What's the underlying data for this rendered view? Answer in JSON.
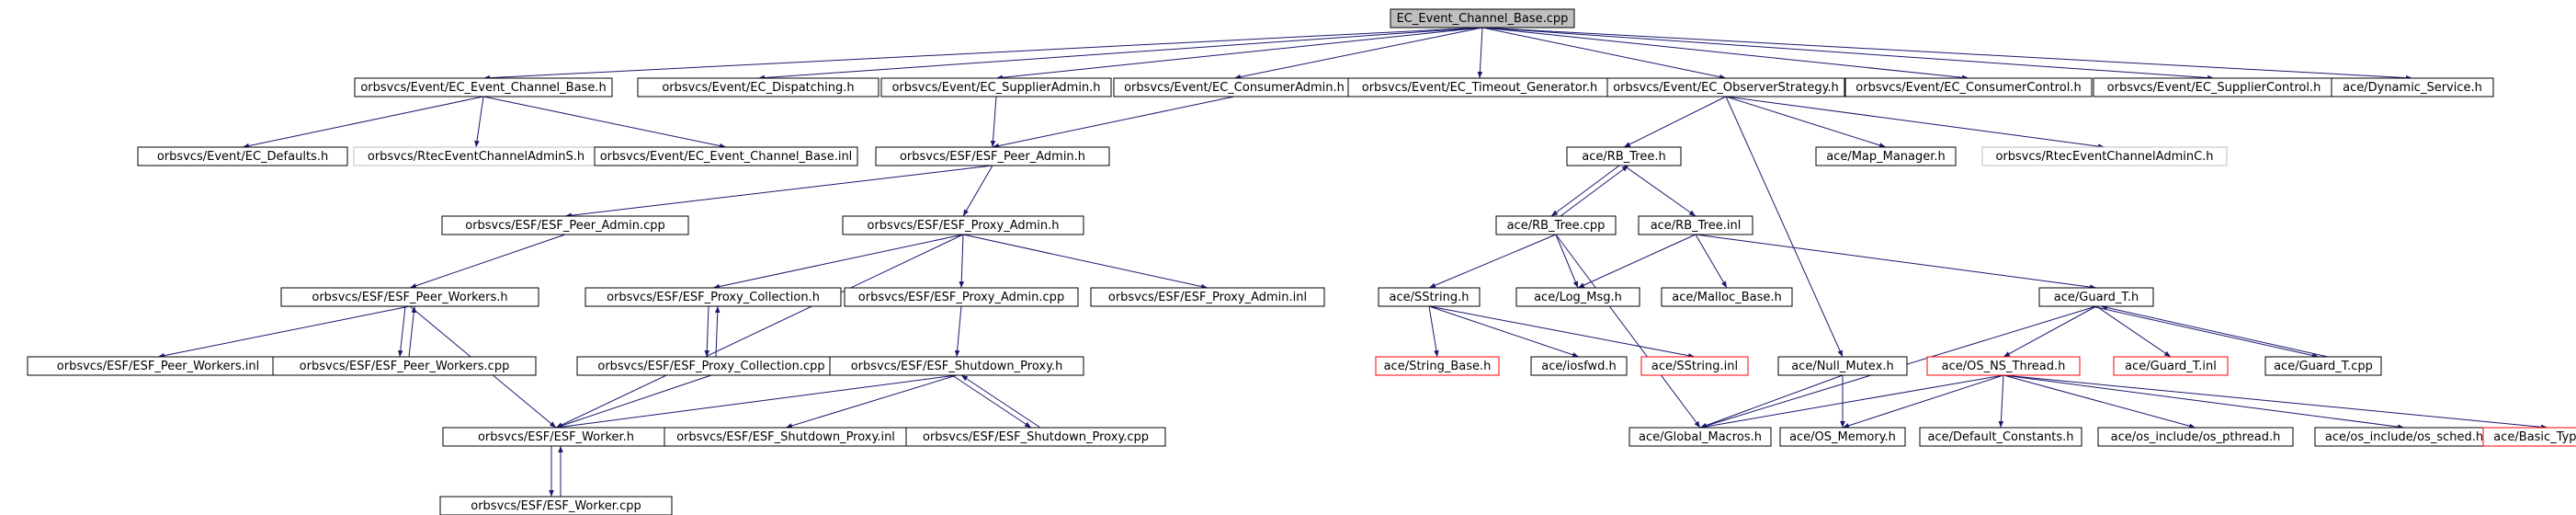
{
  "colors": {
    "edge": "#191970",
    "box_border": "#000000",
    "root_fill": "#bfbfbf",
    "missing_border": "#ff0000",
    "external_border": "#bfbfbf"
  },
  "nodes": {
    "root": "EC_Event_Channel_Base.cpp",
    "ec_base_h": "orbsvcs/Event/EC_Event_Channel_Base.h",
    "ec_dispatching": "orbsvcs/Event/EC_Dispatching.h",
    "ec_supplieradmin": "orbsvcs/Event/EC_SupplierAdmin.h",
    "ec_consumeradmin": "orbsvcs/Event/EC_ConsumerAdmin.h",
    "ec_timeout": "orbsvcs/Event/EC_Timeout_Generator.h",
    "ec_observer": "orbsvcs/Event/EC_ObserverStrategy.h",
    "ec_consumercontrol": "orbsvcs/Event/EC_ConsumerControl.h",
    "ec_suppliercontrol": "orbsvcs/Event/EC_SupplierControl.h",
    "dynamic_service": "ace/Dynamic_Service.h",
    "ec_defaults": "orbsvcs/Event/EC_Defaults.h",
    "rtec_admins": "orbsvcs/RtecEventChannelAdminS.h",
    "ec_base_inl": "orbsvcs/Event/EC_Event_Channel_Base.inl",
    "esf_peer_admin_h": "orbsvcs/ESF/ESF_Peer_Admin.h",
    "esf_peer_admin_cpp": "orbsvcs/ESF/ESF_Peer_Admin.cpp",
    "esf_proxy_admin_h": "orbsvcs/ESF/ESF_Proxy_Admin.h",
    "esf_peer_workers_h": "orbsvcs/ESF/ESF_Peer_Workers.h",
    "esf_proxy_coll_h": "orbsvcs/ESF/ESF_Proxy_Collection.h",
    "esf_proxy_admin_cpp": "orbsvcs/ESF/ESF_Proxy_Admin.cpp",
    "esf_proxy_admin_inl": "orbsvcs/ESF/ESF_Proxy_Admin.inl",
    "esf_peer_workers_inl": "orbsvcs/ESF/ESF_Peer_Workers.inl",
    "esf_peer_workers_cpp": "orbsvcs/ESF/ESF_Peer_Workers.cpp",
    "esf_proxy_coll_cpp": "orbsvcs/ESF/ESF_Proxy_Collection.cpp",
    "esf_shutdown_h": "orbsvcs/ESF/ESF_Shutdown_Proxy.h",
    "esf_worker_h": "orbsvcs/ESF/ESF_Worker.h",
    "esf_shutdown_inl": "orbsvcs/ESF/ESF_Shutdown_Proxy.inl",
    "esf_shutdown_cpp": "orbsvcs/ESF/ESF_Shutdown_Proxy.cpp",
    "esf_worker_cpp": "orbsvcs/ESF/ESF_Worker.cpp",
    "rb_tree_h": "ace/RB_Tree.h",
    "map_manager": "ace/Map_Manager.h",
    "rtec_adminc": "orbsvcs/RtecEventChannelAdminC.h",
    "rb_tree_cpp": "ace/RB_Tree.cpp",
    "rb_tree_inl": "ace/RB_Tree.inl",
    "sstring_h": "ace/SString.h",
    "log_msg": "ace/Log_Msg.h",
    "malloc_base": "ace/Malloc_Base.h",
    "guard_t_h": "ace/Guard_T.h",
    "string_base": "ace/String_Base.h",
    "iosfwd": "ace/iosfwd.h",
    "sstring_inl": "ace/SString.inl",
    "null_mutex": "ace/Null_Mutex.h",
    "os_ns_thread": "ace/OS_NS_Thread.h",
    "guard_t_inl": "ace/Guard_T.inl",
    "guard_t_cpp": "ace/Guard_T.cpp",
    "global_macros": "ace/Global_Macros.h",
    "os_memory": "ace/OS_Memory.h",
    "default_constants": "ace/Default_Constants.h",
    "os_pthread": "ace/os_include/os_pthread.h",
    "os_sched": "ace/os_include/os_sched.h",
    "basic_types": "ace/Basic_Types.h"
  }
}
